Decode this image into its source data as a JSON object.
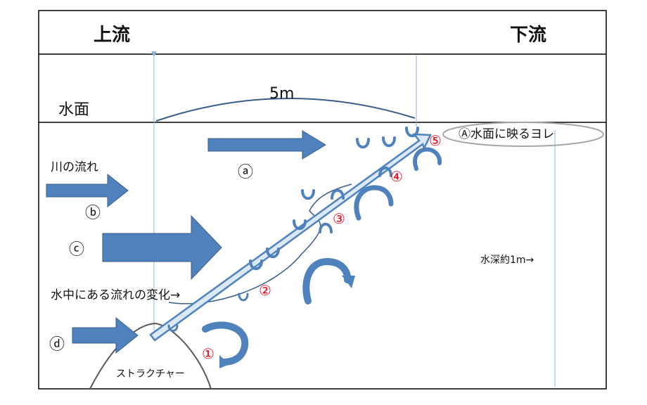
{
  "header": {
    "upstream": "上流",
    "downstream": "下流"
  },
  "labels": {
    "distance": "5m",
    "water_surface": "水面",
    "river_flow": "川の流れ",
    "underwater_change": "水中にある流れの変化→",
    "structure": "ストラクチャー",
    "depth": "水深約1m→",
    "surface_ripple": "Ⓐ水面に映るヨレ"
  },
  "flow_markers": [
    "ⓐ",
    "ⓑ",
    "ⓒ",
    "ⓓ"
  ],
  "eddy_markers": [
    "①",
    "②",
    "③",
    "④",
    "⑤"
  ],
  "colors": {
    "arrow_fill": "#4f81bd",
    "arrow_stroke": "#385d8a",
    "marker_red": "#e60012",
    "guide_line": "#8eb4e3"
  }
}
